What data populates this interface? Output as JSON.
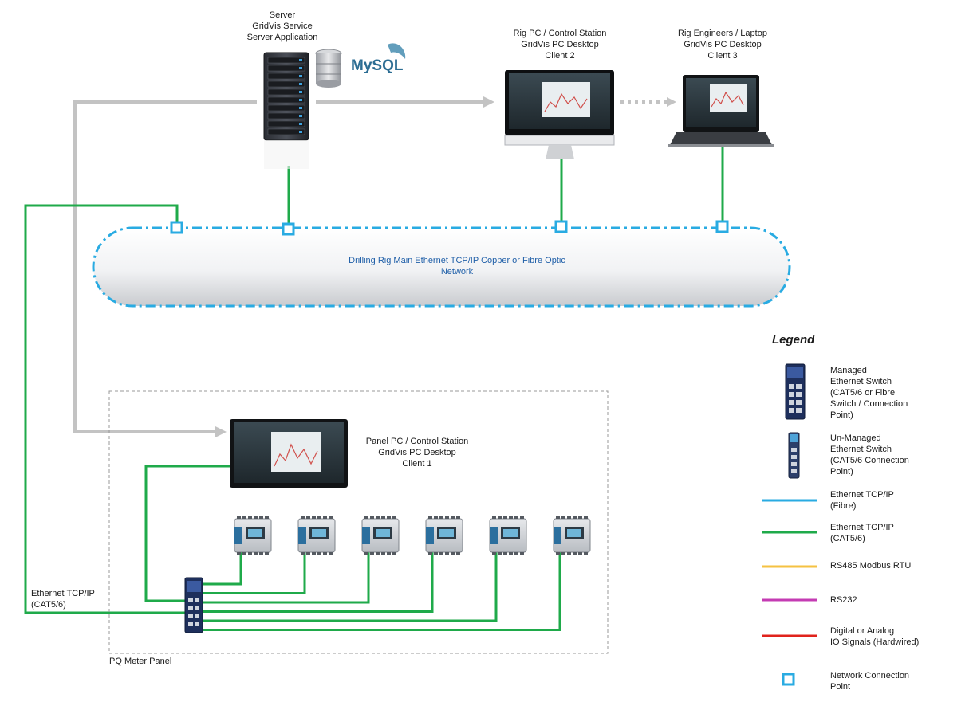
{
  "server": {
    "lines": [
      "Server",
      "GridVis Service",
      "Server Application"
    ],
    "db_logo": "MySQL"
  },
  "client2": {
    "lines": [
      "Rig PC / Control Station",
      "GridVis PC Desktop",
      "Client 2"
    ]
  },
  "client3": {
    "lines": [
      "Rig Engineers / Laptop",
      "GridVis PC Desktop",
      "Client 3"
    ]
  },
  "network": {
    "lines": [
      "Drilling Rig Main Ethernet TCP/IP Copper or Fibre Optic",
      "Network"
    ]
  },
  "client1": {
    "lines": [
      "Panel PC / Control Station",
      "GridVis PC Desktop",
      "Client 1"
    ]
  },
  "external_link": {
    "lines": [
      "Ethernet TCP/IP",
      "(CAT5/6)"
    ]
  },
  "panel": {
    "label": "PQ Meter Panel",
    "meter_count": 6
  },
  "legend": {
    "title": "Legend",
    "items": [
      {
        "kind": "managed-switch",
        "lines": [
          "Managed",
          "Ethernet Switch",
          "(CAT5/6 or Fibre",
          "Switch / Connection",
          "Point)"
        ]
      },
      {
        "kind": "unmanaged-switch",
        "lines": [
          "Un-Managed",
          "Ethernet Switch",
          "(CAT5/6 Connection",
          "Point)"
        ]
      },
      {
        "kind": "line",
        "color": "#29abe2",
        "lines": [
          "Ethernet TCP/IP",
          "(Fibre)"
        ]
      },
      {
        "kind": "line",
        "color": "#1faa4a",
        "lines": [
          "Ethernet TCP/IP",
          "(CAT5/6)"
        ]
      },
      {
        "kind": "line",
        "color": "#f5c242",
        "lines": [
          "RS485 Modbus RTU"
        ]
      },
      {
        "kind": "line",
        "color": "#c43bb3",
        "lines": [
          "RS232"
        ]
      },
      {
        "kind": "line",
        "color": "#e0231c",
        "lines": [
          "Digital or Analog",
          "IO Signals (Hardwired)"
        ]
      },
      {
        "kind": "connection-point",
        "color": "#29abe2",
        "lines": [
          "Network Connection",
          "Point"
        ]
      }
    ]
  },
  "colors": {
    "fibre": "#29abe2",
    "cat": "#1faa4a",
    "gray_link": "#c3c3c3",
    "network_text": "#1f5fa8"
  }
}
